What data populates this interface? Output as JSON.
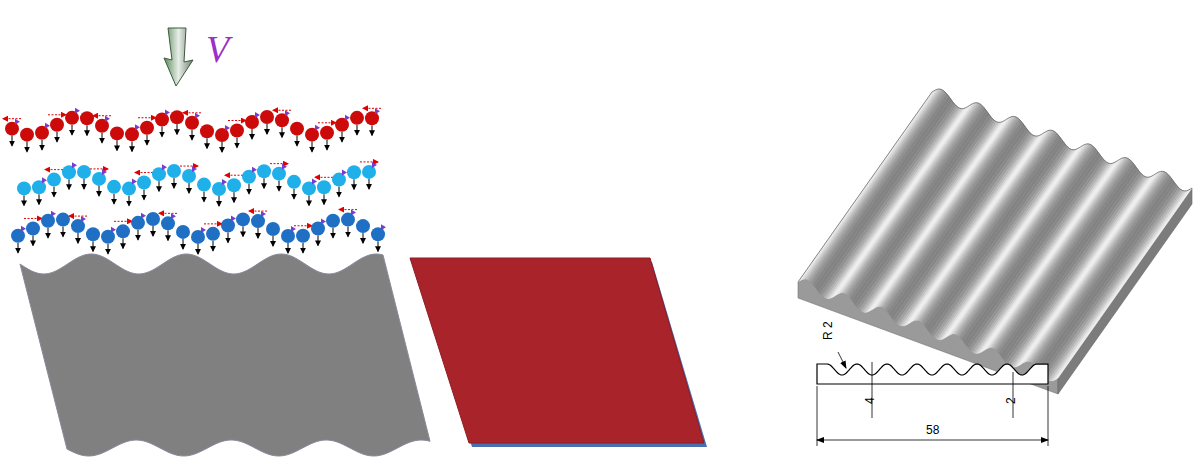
{
  "diagram": {
    "labels": [
      "V",
      "R 2",
      "4",
      "2",
      "58"
    ]
  }
}
